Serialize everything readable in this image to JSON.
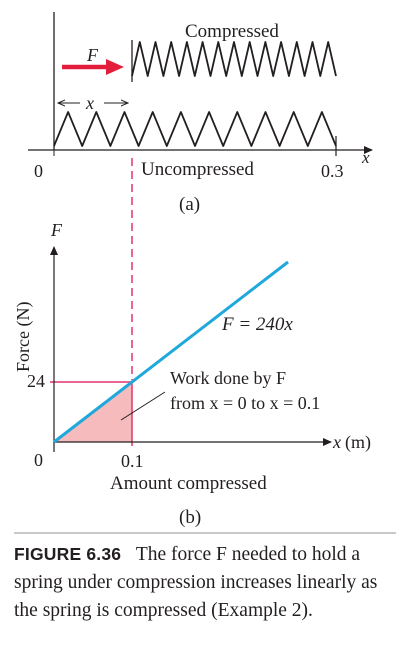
{
  "part_a": {
    "label": "(a)",
    "compressed_label": "Compressed",
    "uncompressed_label": "Uncompressed",
    "force_label": "F",
    "x_label": "x",
    "axis_symbol": "x",
    "tick_zero": "0",
    "tick_end": "0.3"
  },
  "part_b": {
    "label": "(b)",
    "y_axis_symbol": "F",
    "y_axis_title": "Force (N)",
    "x_axis_symbol": "x",
    "x_axis_unit": "(m)",
    "x_axis_title": "Amount compressed",
    "origin_tick": "0",
    "x_tick": "0.1",
    "y_tick": "24",
    "equation": "F = 240x",
    "work_line1": "Work done by F",
    "work_line2": "from x = 0  to x = 0.1"
  },
  "chart_data": {
    "type": "line",
    "series": [
      {
        "name": "F = 240x",
        "x": [
          0,
          0.3
        ],
        "y": [
          0,
          72
        ]
      }
    ],
    "shaded_region": {
      "x_from": 0,
      "x_to": 0.1,
      "label": "Work done by F from x = 0 to x = 0.1"
    },
    "highlight_point": {
      "x": 0.1,
      "y": 24
    },
    "x_ticks": [
      0,
      0.1
    ],
    "y_ticks": [
      24
    ],
    "xlabel": "Amount compressed",
    "ylabel": "Force (N)",
    "colors": {
      "line": "#1fa8dc",
      "shade": "#f6bcbd",
      "guide": "#e2336b",
      "arrow": "#e31d3c"
    }
  },
  "caption": {
    "figure_label": "FIGURE 6.36",
    "text": "The force F needed to hold a spring under compression increases linearly as the spring is compressed (Example 2)."
  }
}
